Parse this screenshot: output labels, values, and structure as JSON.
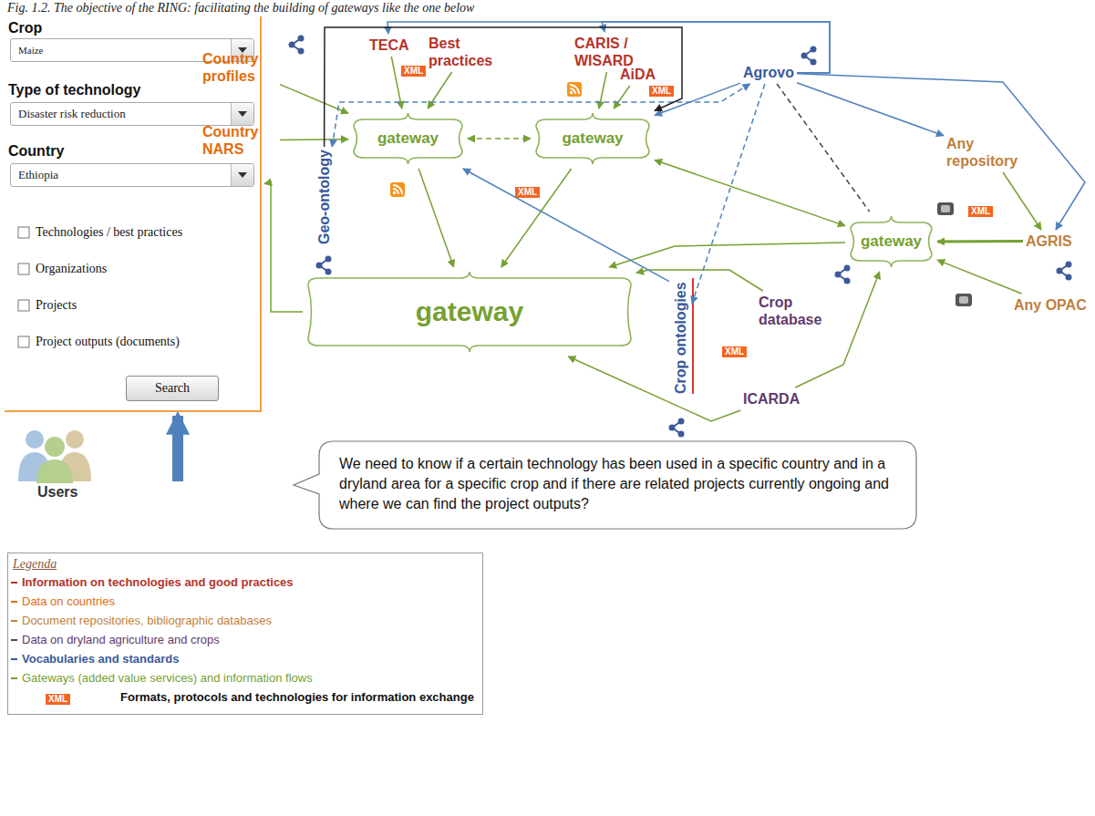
{
  "diagram": {
    "title": "Fig. 1.2. The objective of the RING: facilitating the building of gateways like the one below",
    "nodes": [
      {
        "text": [
          "Crop",
          "Type of technology",
          "Country",
          "Technologies / best practices",
          "Organizations",
          "Projects",
          "Project outputs (documents)"
        ]
      },
      {
        "text": [
          "Maize"
        ],
        "in": 0
      },
      {
        "text": [
          "Disaster risk reduction"
        ],
        "in": 0
      },
      {
        "text": [
          "Ethiopia"
        ],
        "in": 0
      },
      {
        "text": [
          "Search"
        ],
        "in": 0
      },
      {
        "text": [
          "Country profiles"
        ]
      },
      {
        "text": [
          "Country NARS"
        ]
      },
      {
        "text": [
          "Geo-ontology"
        ]
      },
      {
        "text": [
          "TECA"
        ]
      },
      {
        "text": [
          "Best practices"
        ]
      },
      {
        "text": [
          "gateway"
        ]
      },
      {
        "text": [
          "CARIS / WISARD"
        ]
      },
      {
        "text": [
          "AiDA"
        ]
      },
      {
        "text": [
          "gateway"
        ]
      },
      {
        "text": [
          "Agrovo"
        ]
      },
      {
        "text": [
          "Any repository"
        ]
      },
      {
        "text": [
          "gateway"
        ]
      },
      {
        "text": [
          "AGRIS"
        ]
      },
      {
        "text": [
          "Any OPAC"
        ]
      },
      {
        "text": [
          "gateway"
        ]
      },
      {
        "text": [
          "Crop ontologies"
        ]
      },
      {
        "text": [
          "Crop database"
        ]
      },
      {
        "text": [
          "ICARDA"
        ]
      },
      {
        "text": [
          "Users"
        ]
      },
      {
        "text": [
          "We need to know if a certain technology has been used in a specific country and in a dryland area for a specific crop and if there are related projects currently ongoing and where we can find the project outputs?"
        ]
      }
    ],
    "edges": [
      {
        "from": 5,
        "to": 10,
        "arrow": "to"
      },
      {
        "from": 6,
        "to": 10,
        "arrow": "to"
      },
      {
        "from": 8,
        "to": 10,
        "arrow": "to"
      },
      {
        "from": 9,
        "to": 10,
        "arrow": "to"
      },
      {
        "from": 10,
        "to": 19,
        "arrow": "to"
      },
      {
        "from": 10,
        "to": 13,
        "arrow": "both"
      },
      {
        "from": 11,
        "to": 13,
        "arrow": "to"
      },
      {
        "from": 12,
        "to": 13,
        "arrow": "to"
      },
      {
        "from": 13,
        "to": 19,
        "arrow": "to"
      },
      {
        "from": 13,
        "to": 16,
        "arrow": "both"
      },
      {
        "from": 16,
        "to": 19,
        "arrow": "to"
      },
      {
        "from": 17,
        "to": 16,
        "arrow": "to"
      },
      {
        "from": 18,
        "to": 16,
        "arrow": "to"
      },
      {
        "from": 22,
        "to": 16,
        "arrow": "to"
      },
      {
        "from": 21,
        "to": 19,
        "arrow": "to"
      },
      {
        "from": 22,
        "to": 19,
        "arrow": "to"
      },
      {
        "from": 14,
        "to": 13,
        "arrow": "to"
      },
      {
        "from": 14,
        "to": 15,
        "arrow": "to"
      },
      {
        "from": 14,
        "to": 17,
        "arrow": "to"
      },
      {
        "from": 14,
        "to": 7,
        "arrow": "both"
      },
      {
        "from": 14,
        "to": 20,
        "arrow": "to"
      },
      {
        "from": 14,
        "to": 16,
        "arrow": "none"
      },
      {
        "from": 14,
        "to": 8,
        "arrow": "to"
      },
      {
        "from": 14,
        "to": 11,
        "arrow": "to"
      },
      {
        "from": 7,
        "to": 13,
        "arrow": "to"
      },
      {
        "from": 20,
        "to": 10,
        "arrow": "to"
      },
      {
        "from": 15,
        "to": 17,
        "arrow": "to"
      },
      {
        "from": 19,
        "to": 0,
        "arrow": "to"
      },
      {
        "from": 23,
        "to": 0,
        "arrow": "to"
      }
    ],
    "labels": [
      "XML",
      "XML",
      "XML",
      "XML",
      "XML",
      "Legenda",
      "XML"
    ],
    "legend": [
      {
        "text": "Information on technologies and good practices",
        "color": "#b5332a"
      },
      {
        "text": "Data on countries",
        "color": "#e36c0a"
      },
      {
        "text": "Document repositories, bibliographic databases",
        "color": "#c07f3c"
      },
      {
        "text": "Data on dryland agriculture and crops",
        "color": "#5f3b6b"
      },
      {
        "text": "Vocabularies and standards",
        "color": "#3a5a99"
      },
      {
        "text": "Gateways (added value services) and information flows",
        "color": "#76a032"
      },
      {
        "text": "Formats, protocols and technologies for information exchange"
      }
    ]
  }
}
